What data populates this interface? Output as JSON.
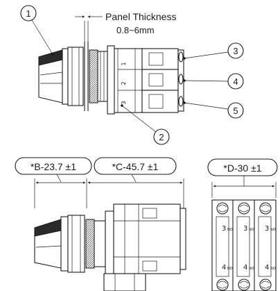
{
  "panel": {
    "label_line1": "Panel Thickness",
    "label_line2": "0.8~6mm"
  },
  "callouts": [
    "1",
    "2",
    "3",
    "4",
    "5"
  ],
  "dimensions": {
    "b": "*B-23.7 ±1",
    "c": "*C-45.7 ±1",
    "d": "*D-30 ±1"
  },
  "contact_block_labels": {
    "top_row": [
      "1",
      "2",
      "3"
    ],
    "side_view_numbers": [
      "3",
      "4"
    ],
    "side_view_codes": [
      "NO",
      "NO"
    ]
  },
  "colors": {
    "ink": "#1a1a1a",
    "paper": "#ffffff"
  }
}
